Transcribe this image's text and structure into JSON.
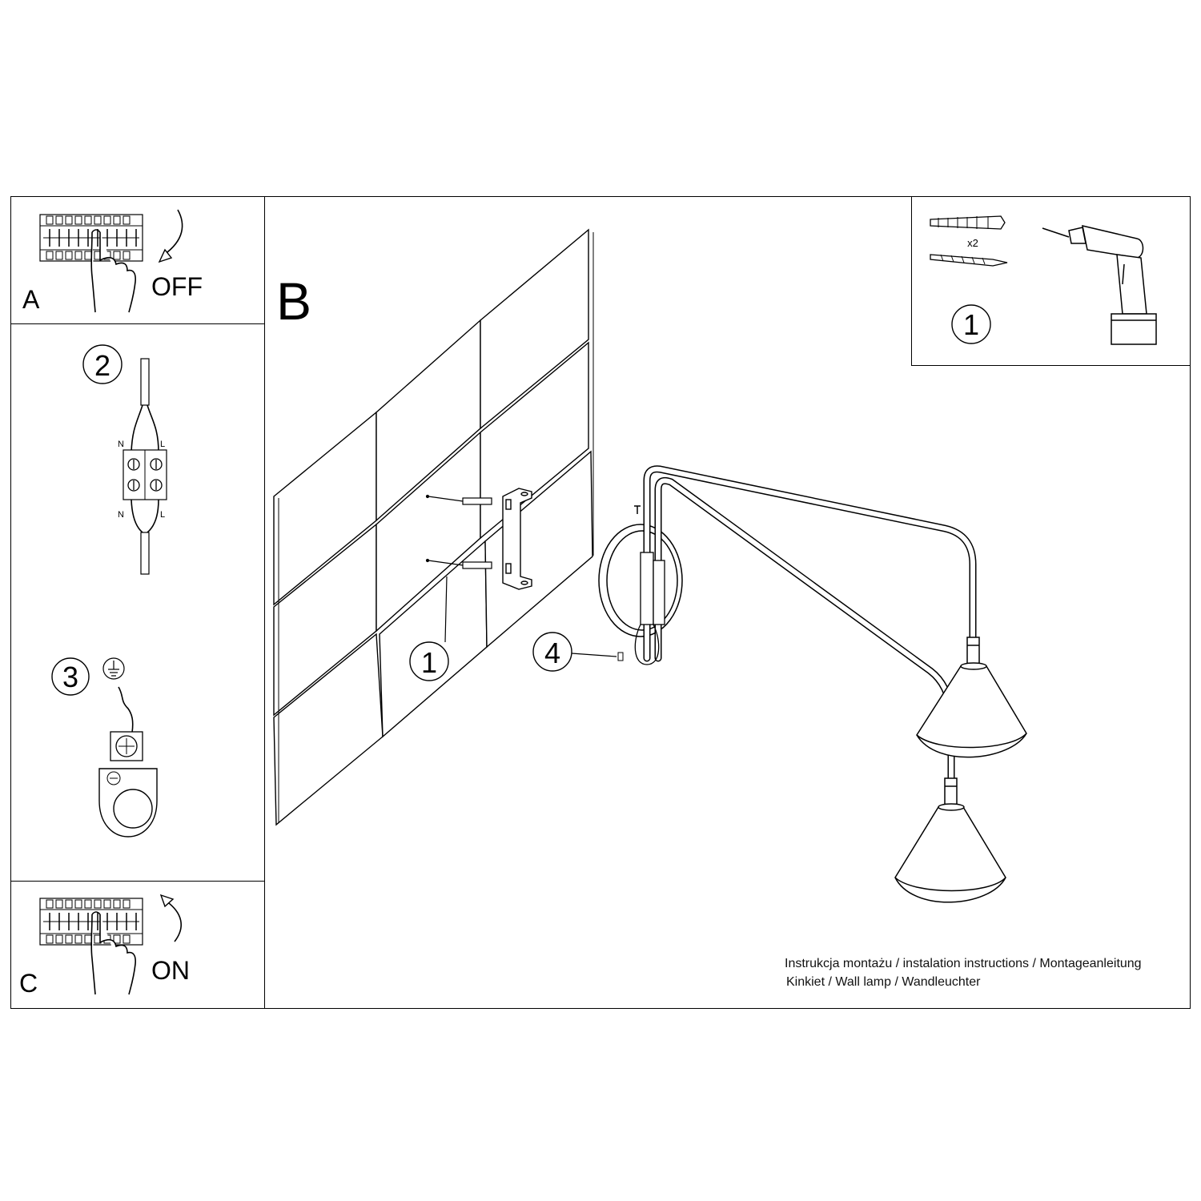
{
  "panels": {
    "a": {
      "letter": "A",
      "action": "OFF"
    },
    "b": {
      "letter": "B"
    },
    "c": {
      "letter": "C",
      "action": "ON"
    }
  },
  "steps": {
    "tools_number": "1",
    "wiring_number": "2",
    "ground_number": "3",
    "wall_screw_number": "1",
    "lamp_screw_number": "4"
  },
  "tools": {
    "quantity": "x2"
  },
  "wiring": {
    "neutral_top": "N",
    "live_top": "L",
    "neutral_bottom": "N",
    "live_bottom": "L"
  },
  "caption": {
    "line1": "Instrukcja montażu / instalation instructions / Montageanleitung",
    "line2": "Kinkiet / Wall lamp / Wandleuchter"
  }
}
